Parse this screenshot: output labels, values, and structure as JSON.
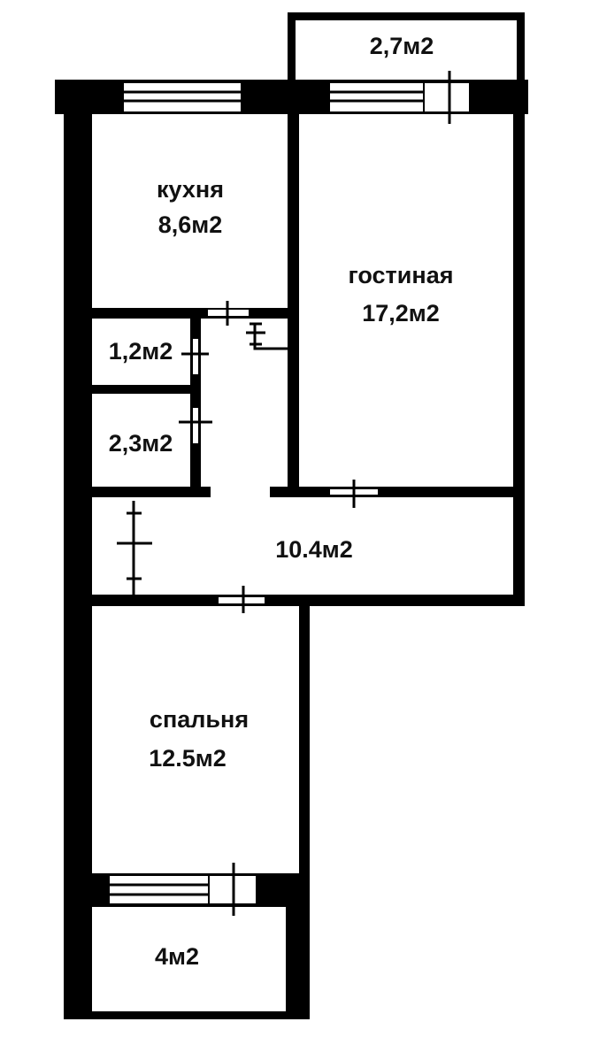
{
  "colors": {
    "wall": "#000000",
    "floor": "#ffffff",
    "text": "#111111"
  },
  "rooms": {
    "balcony_top": {
      "area": "2,7м2"
    },
    "kitchen": {
      "name": "кухня",
      "area": "8,6м2"
    },
    "living": {
      "name": "гостиная",
      "area": "17,2м2"
    },
    "toilet": {
      "area": "1,2м2"
    },
    "bathroom": {
      "area": "2,3м2"
    },
    "hall": {
      "area": "10.4м2"
    },
    "bedroom": {
      "name": "спальня",
      "area": "12.5м2"
    },
    "balcony_bottom": {
      "area": "4м2"
    }
  }
}
